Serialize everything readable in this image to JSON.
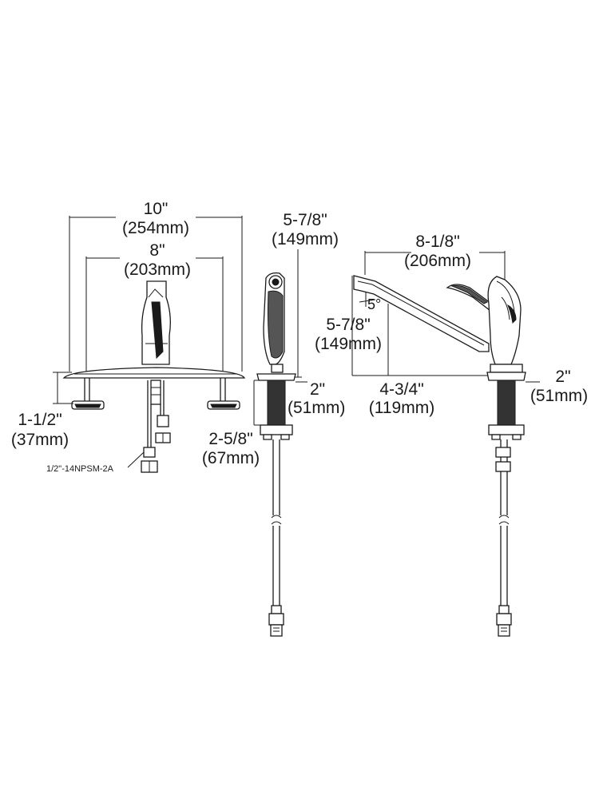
{
  "front_view": {
    "overall_width": {
      "in": "10\"",
      "mm": "(254mm)"
    },
    "center_spacing": {
      "in": "8\"",
      "mm": "(203mm)"
    },
    "deck_height": {
      "in": "1-1/2\"",
      "mm": "(37mm)"
    },
    "connection_note": "1/2\"-14NPSM-2A"
  },
  "sprayer_view": {
    "height": {
      "in": "5-7/8\"",
      "mm": "(149mm)"
    },
    "base_diameter": {
      "in": "2\"",
      "mm": "(51mm)"
    },
    "shank_length": {
      "in": "2-5/8\"",
      "mm": "(67mm)"
    }
  },
  "side_view": {
    "overall_depth": {
      "in": "8-1/8\"",
      "mm": "(206mm)"
    },
    "spout_angle": "5°",
    "spout_height": {
      "in": "5-7/8\"",
      "mm": "(149mm)"
    },
    "spout_reach": {
      "in": "4-3/4\"",
      "mm": "(119mm)"
    },
    "base_diameter": {
      "in": "2\"",
      "mm": "(51mm)"
    }
  }
}
